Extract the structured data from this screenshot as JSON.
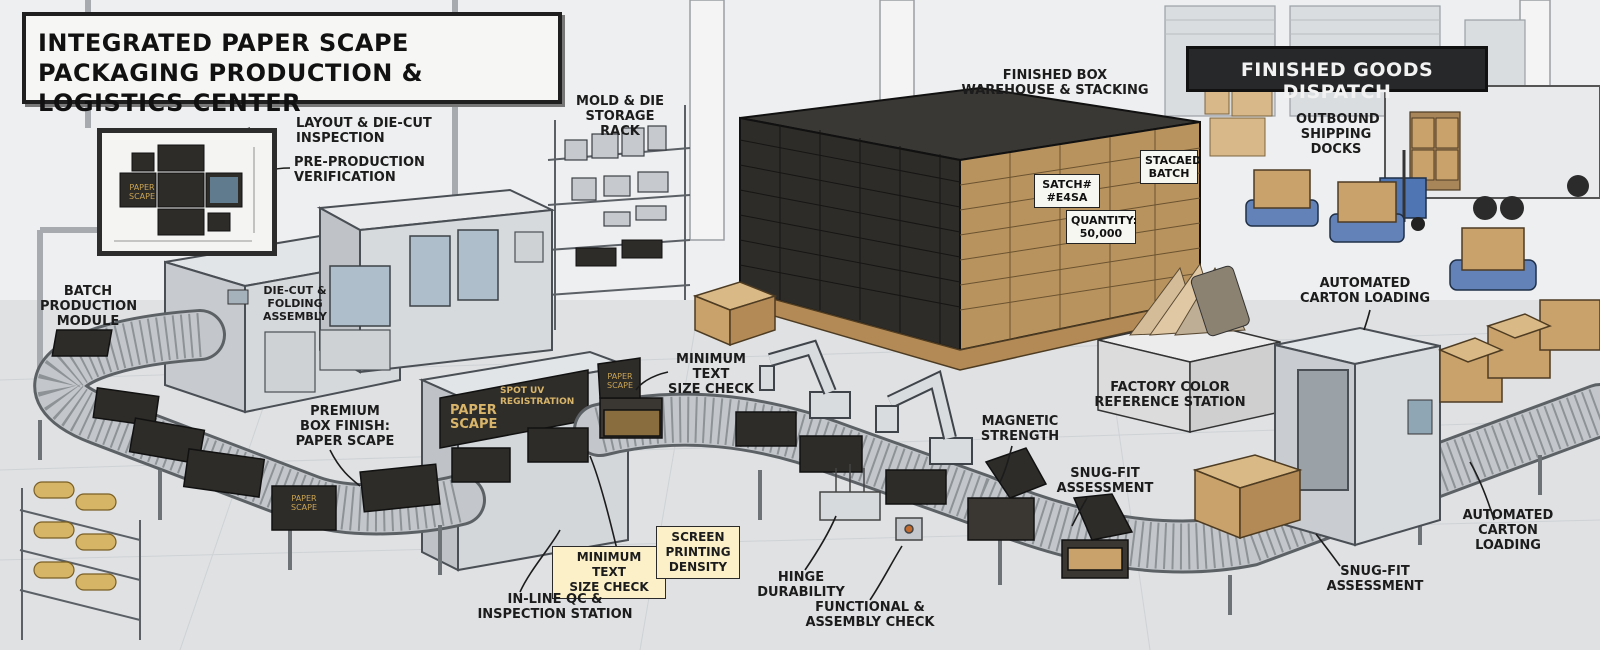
{
  "header": {
    "title": "Integrated Paper Scape Packaging\nProduction & Logistics Center",
    "dispatch_sign": "Finished Goods Dispatch"
  },
  "monitor": {
    "box_text": "Paper\nScape"
  },
  "labels": {
    "layout_inspection": "Layout & Die-Cut\nInspection",
    "pre_production": "Pre-Production\nVerification",
    "mold_rack": "Mold & Die\nStorage Rack",
    "warehouse": "Finished Box\nWarehouse & Stacking",
    "shipping_docks": "Outbound\nShipping\nDocks",
    "batch_module": "Batch\nProduction\nModule",
    "die_cut": "Die-Cut &\nFolding\nAssembly",
    "premium_finish": "Premium\nBox Finish:\nPaper Scape",
    "min_text_top": "Minimum Text\nSize Check",
    "min_text_bottom": "Minimum Text\nSize Check",
    "screen_density": "Screen\nPrinting\nDensity",
    "inline_qc": "In-Line QC &\nInspection Station",
    "hinge": "Hinge\nDurability",
    "functional": "Functional &\nAssembly Check",
    "magnetic": "Magnetic\nStrength",
    "snug_fit_top": "Snug-Fit\nAssessment",
    "snug_fit_bottom": "Snug-Fit\nAssessment",
    "color_station": "Factory Color\nReference Station",
    "carton_loading_top": "Automated\nCarton Loading",
    "carton_loading_right": "Automated\nCarton\nLoading"
  },
  "stickers": {
    "batch_code": "Satch#\n#E4SA",
    "quantity": "Quantity:\n50,000",
    "stacked": "Stacaed\nBatch"
  },
  "qc_station": {
    "logo": "Paper\nScape",
    "panel": "Spot UV\nRegistration"
  },
  "box_prints": {
    "conveyor_box": "Paper\nScape",
    "open_box": "Paper\nScape"
  },
  "colors": {
    "box_black": "#2e2c28",
    "kraft": "#c9a26b",
    "gold_print": "#c9a455",
    "machine": "#cfd3d6",
    "floor": "#e4e6e8"
  },
  "icons": [
    "robot-arm-icon",
    "forklift-icon",
    "truck-icon",
    "agv-cart-icon",
    "conveyor-icon",
    "paper-roll-icon",
    "color-fan-icon"
  ]
}
